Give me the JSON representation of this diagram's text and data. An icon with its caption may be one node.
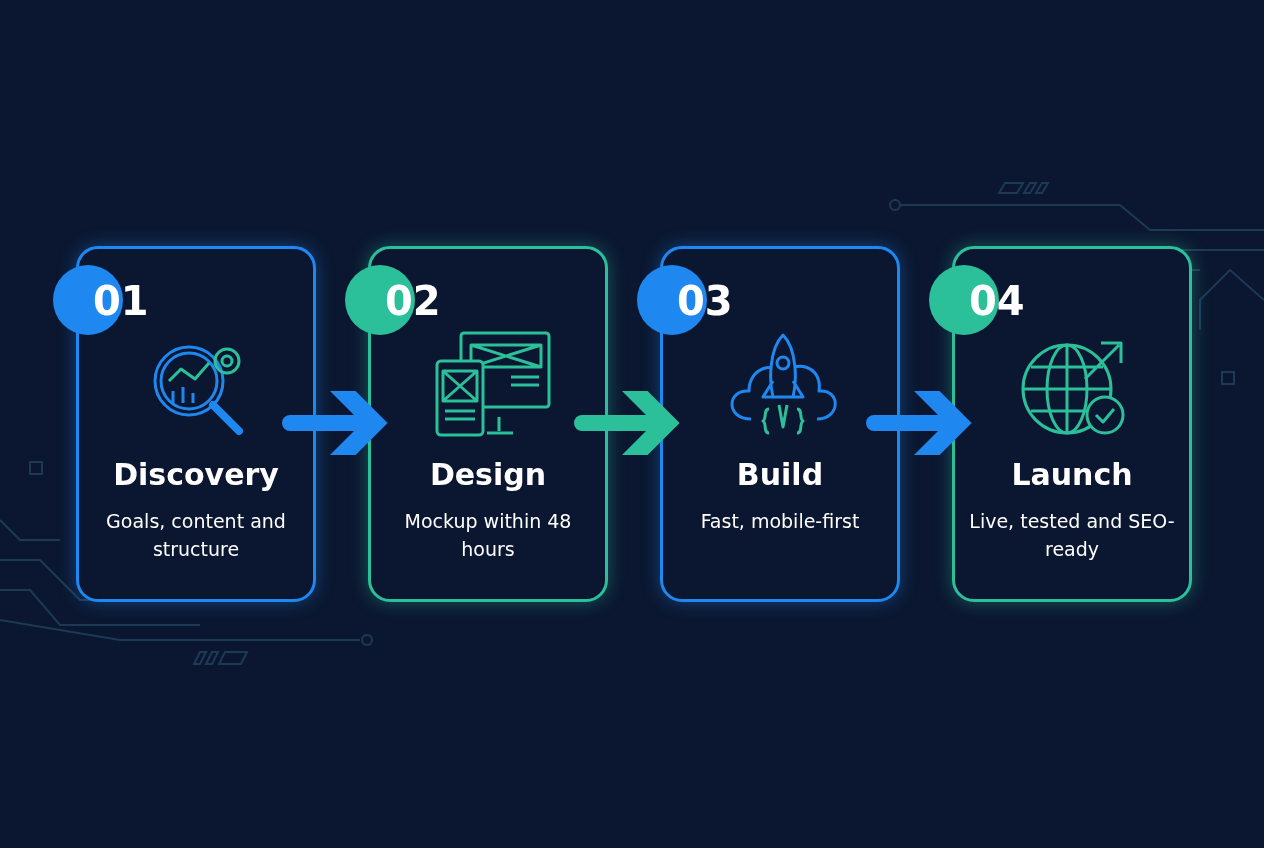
{
  "diagram": {
    "nodes": [
      {
        "text": [
          "01",
          "Discovery",
          "Goals, content and structure"
        ]
      },
      {
        "text": [
          "02",
          "Design",
          "Mockup within 48 hours"
        ]
      },
      {
        "text": [
          "03",
          "Build",
          "Fast, mobile-first"
        ]
      },
      {
        "text": [
          "04",
          "Launch",
          "Live, tested and SEO-ready"
        ]
      }
    ],
    "edges": [
      {
        "from": 0,
        "to": 1,
        "arrow": "to"
      },
      {
        "from": 1,
        "to": 2,
        "arrow": "to",
        "color": "#2bbf9a"
      },
      {
        "from": 2,
        "to": 3,
        "arrow": "to"
      }
    ]
  }
}
